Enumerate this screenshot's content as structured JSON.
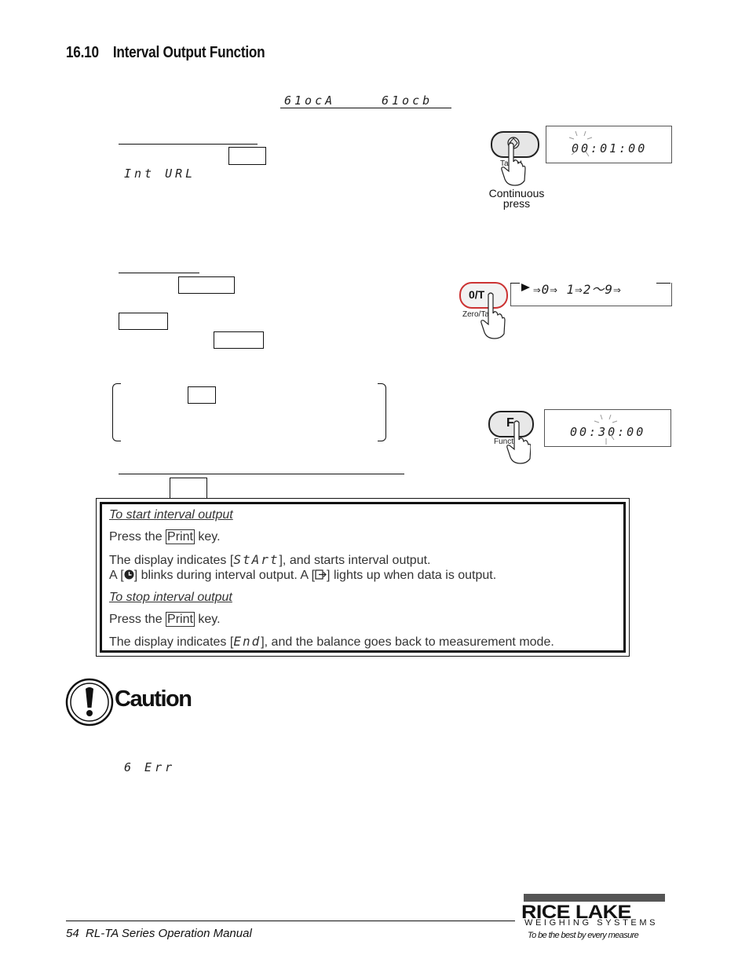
{
  "section": {
    "number": "16.10",
    "title": "Interval Output Function"
  },
  "menu_settings": {
    "left": "61ocA",
    "right": "61ocb"
  },
  "step1": {
    "lcd": "Int URL",
    "panel_display": "00:01:00",
    "key_label": "Target",
    "hint": "Continuous press"
  },
  "step2": {
    "key_label": "0/T",
    "key_caption": "Zero/Tare",
    "sequence": "⇒0⇒ 1⇒2～9⇒"
  },
  "step3": {
    "key_label": "F",
    "key_caption": "Function",
    "panel_display": "00:30:00"
  },
  "info_box": {
    "start_heading": "To start interval output",
    "start_press_pre": "Press the ",
    "start_press_key": "Print",
    "start_press_post": " key.",
    "start_display_pre": "The display indicates [",
    "start_display_seg": "StArt",
    "start_display_post": "], and starts interval output.",
    "blink_line_a": "A [",
    "blink_line_b": "] blinks during interval output.    A [",
    "blink_line_c": "] lights up when data is output.",
    "stop_heading": "To stop interval output",
    "stop_press_pre": "Press the ",
    "stop_press_key": "Print",
    "stop_press_post": " key.",
    "stop_display_pre": "The display indicates [",
    "stop_display_seg": "End",
    "stop_display_post": "], and the balance goes back to measurement mode."
  },
  "caution": {
    "label": "Caution",
    "lcd": "6 Err"
  },
  "footer": {
    "page": "54",
    "manual": "RL-TA Series Operation Manual",
    "brand": "RICE LAKE",
    "brand_sub": "WEIGHING SYSTEMS",
    "tagline": "To be the best by every measure"
  }
}
